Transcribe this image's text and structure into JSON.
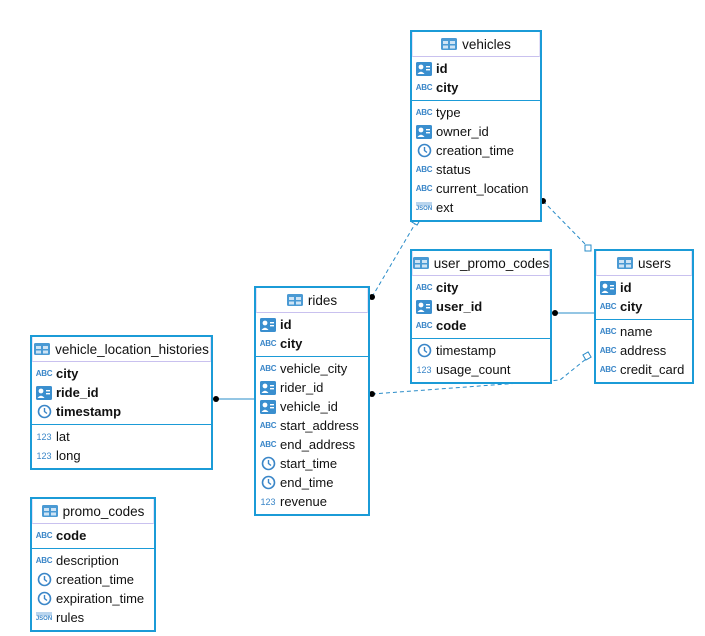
{
  "colors": {
    "border": "#1b9bd7",
    "header_line": "#c9c1ef",
    "connector": "#2a8cc8"
  },
  "tables": [
    {
      "id": "vehicles",
      "name": "vehicles",
      "keys": [
        {
          "name": "id",
          "icon": "key-id-icon"
        },
        {
          "name": "city",
          "icon": "text-abc-icon"
        }
      ],
      "fields": [
        {
          "name": "type",
          "icon": "text-abc-icon"
        },
        {
          "name": "owner_id",
          "icon": "key-id-icon"
        },
        {
          "name": "creation_time",
          "icon": "clock-icon"
        },
        {
          "name": "status",
          "icon": "text-abc-icon"
        },
        {
          "name": "current_location",
          "icon": "text-abc-icon"
        },
        {
          "name": "ext",
          "icon": "json-icon"
        }
      ]
    },
    {
      "id": "user_promo_codes",
      "name": "user_promo_codes",
      "keys": [
        {
          "name": "city",
          "icon": "text-abc-icon"
        },
        {
          "name": "user_id",
          "icon": "key-id-icon"
        },
        {
          "name": "code",
          "icon": "text-abc-icon"
        }
      ],
      "fields": [
        {
          "name": "timestamp",
          "icon": "clock-icon"
        },
        {
          "name": "usage_count",
          "icon": "number-123-icon"
        }
      ]
    },
    {
      "id": "users",
      "name": "users",
      "keys": [
        {
          "name": "id",
          "icon": "key-id-icon"
        },
        {
          "name": "city",
          "icon": "text-abc-icon"
        }
      ],
      "fields": [
        {
          "name": "name",
          "icon": "text-abc-icon"
        },
        {
          "name": "address",
          "icon": "text-abc-icon"
        },
        {
          "name": "credit_card",
          "icon": "text-abc-icon"
        }
      ]
    },
    {
      "id": "rides",
      "name": "rides",
      "keys": [
        {
          "name": "id",
          "icon": "key-id-icon"
        },
        {
          "name": "city",
          "icon": "text-abc-icon"
        }
      ],
      "fields": [
        {
          "name": "vehicle_city",
          "icon": "text-abc-icon"
        },
        {
          "name": "rider_id",
          "icon": "key-id-icon"
        },
        {
          "name": "vehicle_id",
          "icon": "key-id-icon"
        },
        {
          "name": "start_address",
          "icon": "text-abc-icon"
        },
        {
          "name": "end_address",
          "icon": "text-abc-icon"
        },
        {
          "name": "start_time",
          "icon": "clock-icon"
        },
        {
          "name": "end_time",
          "icon": "clock-icon"
        },
        {
          "name": "revenue",
          "icon": "number-123-icon"
        }
      ]
    },
    {
      "id": "vehicle_location_histories",
      "name": "vehicle_location_histories",
      "keys": [
        {
          "name": "city",
          "icon": "text-abc-icon"
        },
        {
          "name": "ride_id",
          "icon": "key-id-icon"
        },
        {
          "name": "timestamp",
          "icon": "clock-icon"
        }
      ],
      "fields": [
        {
          "name": "lat",
          "icon": "number-123-icon"
        },
        {
          "name": "long",
          "icon": "number-123-icon"
        }
      ]
    },
    {
      "id": "promo_codes",
      "name": "promo_codes",
      "keys": [
        {
          "name": "code",
          "icon": "text-abc-icon"
        }
      ],
      "fields": [
        {
          "name": "description",
          "icon": "text-abc-icon"
        },
        {
          "name": "creation_time",
          "icon": "clock-icon"
        },
        {
          "name": "expiration_time",
          "icon": "clock-icon"
        },
        {
          "name": "rules",
          "icon": "json-icon"
        }
      ]
    }
  ],
  "relations": [
    {
      "from": "vehicles",
      "to": "users",
      "style": "dashed"
    },
    {
      "from": "rides",
      "to": "vehicles",
      "style": "dashed"
    },
    {
      "from": "user_promo_codes",
      "to": "users",
      "style": "solid"
    },
    {
      "from": "rides",
      "to": "users",
      "style": "dashed"
    },
    {
      "from": "vehicle_location_histories",
      "to": "rides",
      "style": "solid"
    }
  ]
}
